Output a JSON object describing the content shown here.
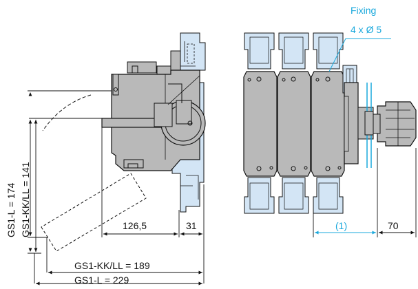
{
  "annotations": {
    "fixing_label": "Fixing",
    "fixing_holes": "4 x Ø 5",
    "dim_126_5": "126,5",
    "dim_31": "31",
    "dim_1": "(1)",
    "dim_70": "70",
    "dim_kk_ll_189": "GS1-KK/LL = 189",
    "dim_l_229": "GS1-L = 229",
    "dim_l_174": "GS1-L = 174",
    "dim_kk_ll_141": "GS1-KK/LL = 141"
  },
  "colors": {
    "gray_body": "#b9b9b9",
    "light_blue": "#d3e5f5",
    "accent_blue": "#19a8dc",
    "line": "#111111"
  }
}
